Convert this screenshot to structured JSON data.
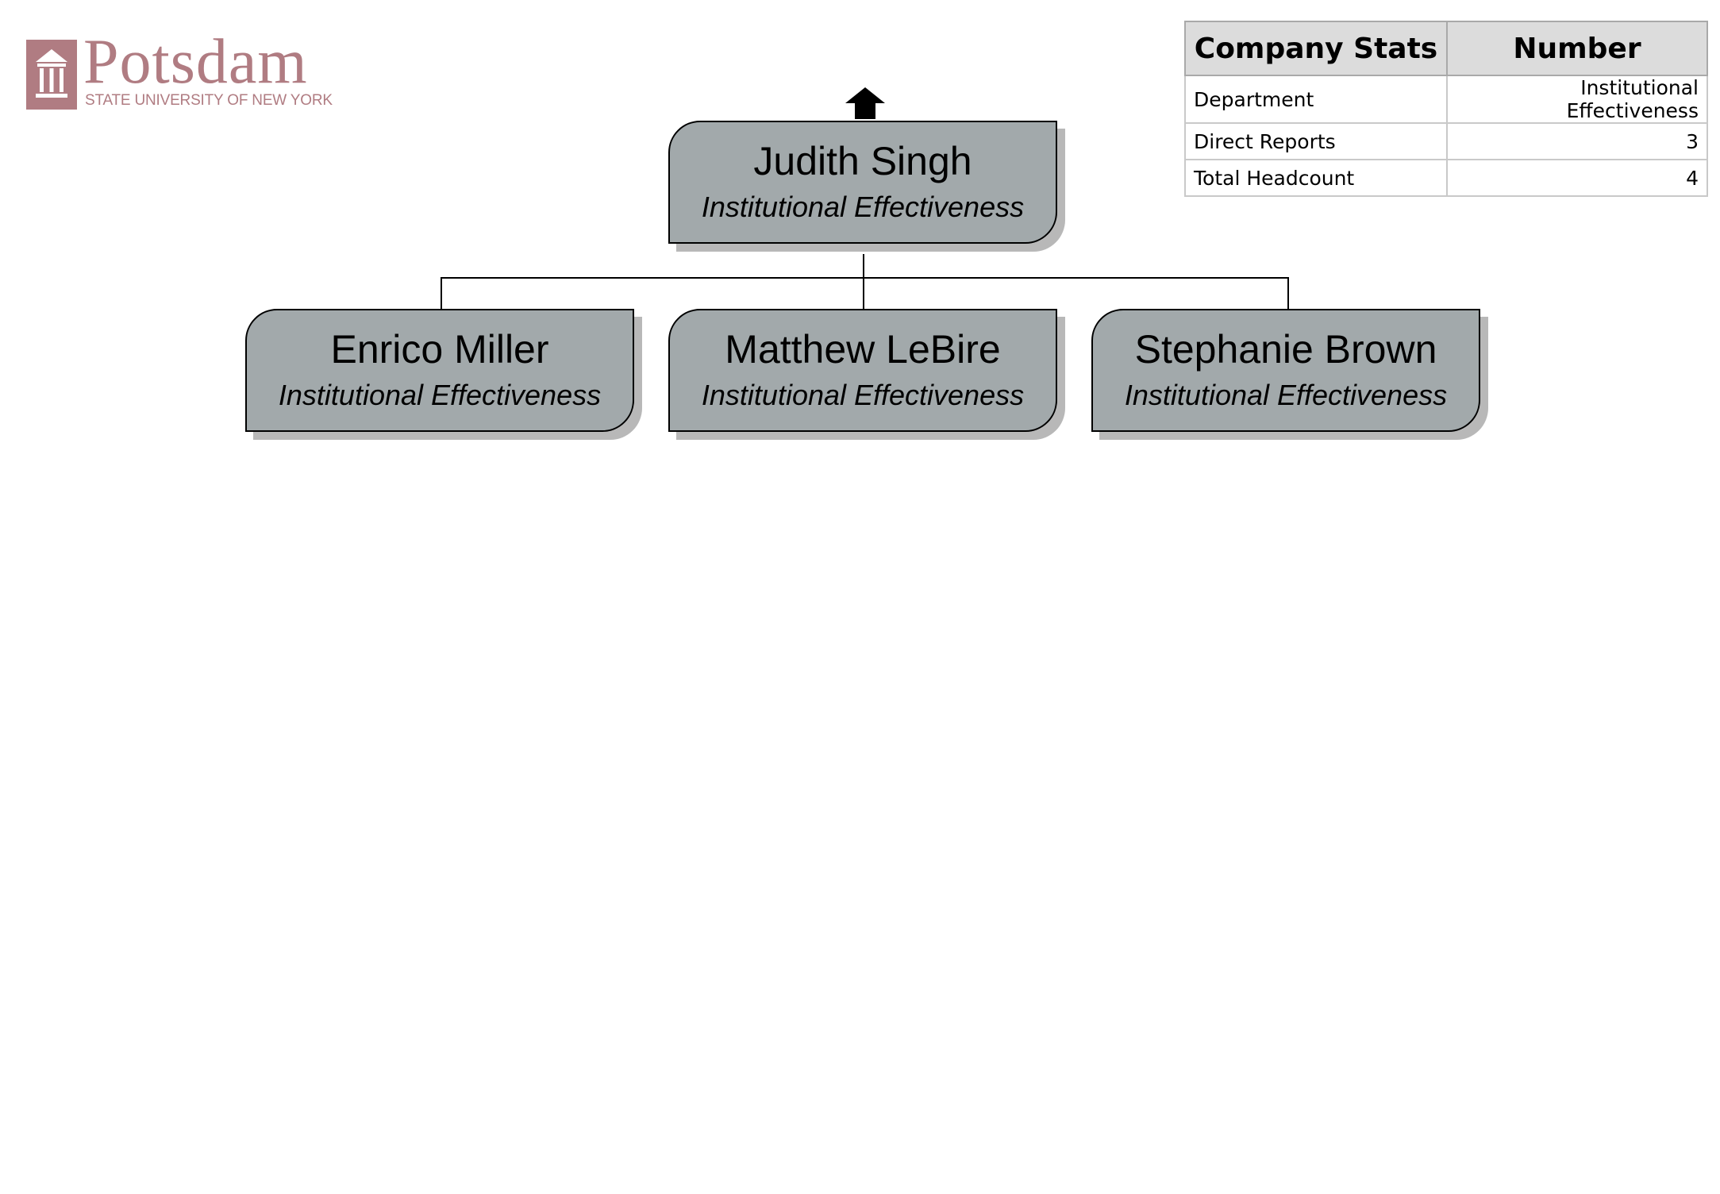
{
  "logo": {
    "wordmark": "Potsdam",
    "tagline": "STATE UNIVERSITY OF NEW YORK",
    "color": "#b07c82"
  },
  "stats_table": {
    "headers": [
      "Company Stats",
      "Number"
    ],
    "rows": [
      {
        "label": "Department",
        "value": "Institutional Effectiveness"
      },
      {
        "label": "Direct Reports",
        "value": "3"
      },
      {
        "label": "Total Headcount",
        "value": "4"
      }
    ]
  },
  "org": {
    "manager": {
      "name": "Judith Singh",
      "dept": "Institutional Effectiveness"
    },
    "reports": [
      {
        "name": "Enrico Miller",
        "dept": "Institutional Effectiveness"
      },
      {
        "name": "Matthew LeBire",
        "dept": "Institutional Effectiveness"
      },
      {
        "name": "Stephanie Brown",
        "dept": "Institutional Effectiveness"
      }
    ]
  },
  "colors": {
    "box_fill": "#a2a9ab",
    "box_shadow": "#b8b8b8",
    "table_header": "#dcdcdc"
  },
  "icons": [
    "up-arrow-icon",
    "university-building-icon"
  ]
}
